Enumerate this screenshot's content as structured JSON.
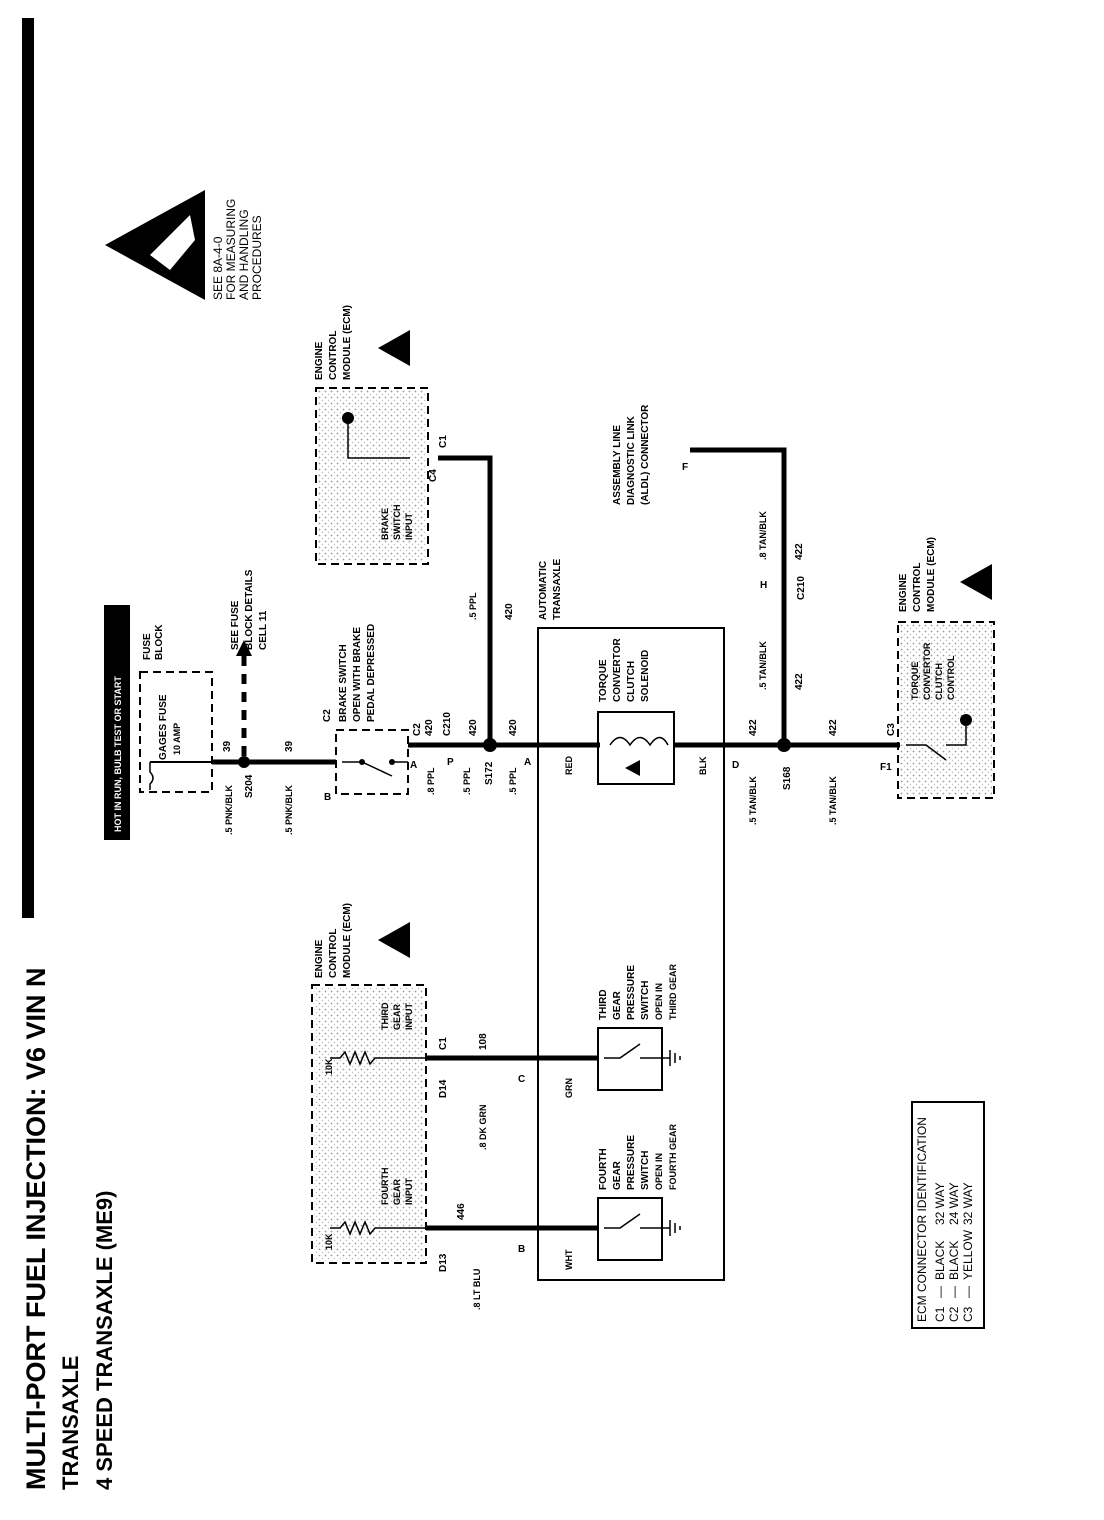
{
  "title": {
    "line1": "MULTI-PORT FUEL INJECTION: V6 VIN N",
    "line2": "TRANSAXLE",
    "line3": "4 SPEED TRANSAXLE (ME9)"
  },
  "esd_note": {
    "line1": "SEE 8A-4-0",
    "line2": "FOR MEASURING",
    "line3": "AND HANDLING",
    "line4": "PROCEDURES"
  },
  "power_bar": "HOT IN RUN, BULB TEST OR START",
  "fuse_block": {
    "title1": "FUSE",
    "title2": "BLOCK",
    "fuse_name": "GAGES FUSE",
    "fuse_rating": "10 AMP",
    "see1": "SEE FUSE",
    "see2": "BLOCK DETAILS",
    "see3": "CELL 11"
  },
  "ecm": {
    "line1": "ENGINE",
    "line2": "CONTROL",
    "line3": "MODULE (ECM)"
  },
  "brake_switch": {
    "line1": "BRAKE SWITCH",
    "line2": "OPEN WITH BRAKE",
    "line3": "PEDAL DEPRESSED",
    "connector": "C2",
    "pin_b": "B",
    "pin_a": "A"
  },
  "ecm_top": {
    "input1": "BRAKE",
    "input2": "SWITCH",
    "input3": "INPUT",
    "pin": "C4",
    "connector": "C1"
  },
  "ecm_bottom": {
    "fourth1": "FOURTH",
    "fourth2": "GEAR",
    "fourth3": "INPUT",
    "third1": "THIRD",
    "third2": "GEAR",
    "third3": "INPUT",
    "pin_d13": "D13",
    "pin_d14": "D14",
    "connector": "C1",
    "r1": "10K",
    "r2": "10K"
  },
  "ecm_right": {
    "l1": "TORQUE",
    "l2": "CONVERTOR",
    "l3": "CLUTCH",
    "l4": "CONTROL",
    "pin": "F1",
    "connector": "C3"
  },
  "transaxle": {
    "title1": "AUTOMATIC",
    "title2": "TRANSAXLE",
    "tcc1": "TORQUE",
    "tcc2": "CONVERTOR",
    "tcc3": "CLUTCH",
    "tcc4": "SOLENOID",
    "third1": "THIRD",
    "third2": "GEAR",
    "third3": "PRESSURE",
    "third4": "SWITCH",
    "third5": "OPEN IN",
    "third6": "THIRD GEAR",
    "fourth1": "FOURTH",
    "fourth2": "GEAR",
    "fourth3": "PRESSURE",
    "fourth4": "SWITCH",
    "fourth5": "OPEN IN",
    "fourth6": "FOURTH GEAR",
    "red": "RED",
    "blk": "BLK",
    "grn": "GRN",
    "wht": "WHT",
    "pin_a": "A",
    "pin_b": "B",
    "pin_c": "C",
    "pin_d": "D"
  },
  "aldl": {
    "line1": "ASSEMBLY LINE",
    "line2": "DIAGNOSTIC LINK",
    "line3": "(ALDL) CONNECTOR",
    "pin": "F"
  },
  "wires": {
    "w39a": "39",
    "w39b": "39",
    "pnk1": ".5 PNK/BLK",
    "pnk2": ".5 PNK/BLK",
    "s204": "S204",
    "w420a": "420",
    "w420b": "420",
    "w420c": "420",
    "w420d": "420",
    "ppl8": ".8 PPL",
    "ppl5a": ".5 PPL",
    "ppl5b": ".5 PPL",
    "ppl5c": ".5 PPL",
    "s172": "S172",
    "c210a": "C210",
    "pin_p": "P",
    "w422a": "422",
    "w422b": "422",
    "w422c": "422",
    "w422d": "422",
    "tan8": ".8 TAN/BLK",
    "tan5a": ".5 TAN/BLK",
    "tan5b": ".5 TAN/BLK",
    "tan5c": ".5 TAN/BLK",
    "s168": "S168",
    "c210b": "C210",
    "pin_h": "H",
    "w446": "446",
    "ltblu": ".8 LT BLU",
    "w108": "108",
    "dkgrn": ".8 DK GRN"
  },
  "ecm_table": {
    "title": "ECM CONNECTOR IDENTIFICATION",
    "rows": [
      {
        "id": "C1",
        "sep": "—",
        "color": "BLACK",
        "ways": "32 WAY"
      },
      {
        "id": "C2",
        "sep": "—",
        "color": "BLACK",
        "ways": "24 WAY"
      },
      {
        "id": "C3",
        "sep": "—",
        "color": "YELLOW",
        "ways": "32 WAY"
      }
    ]
  }
}
